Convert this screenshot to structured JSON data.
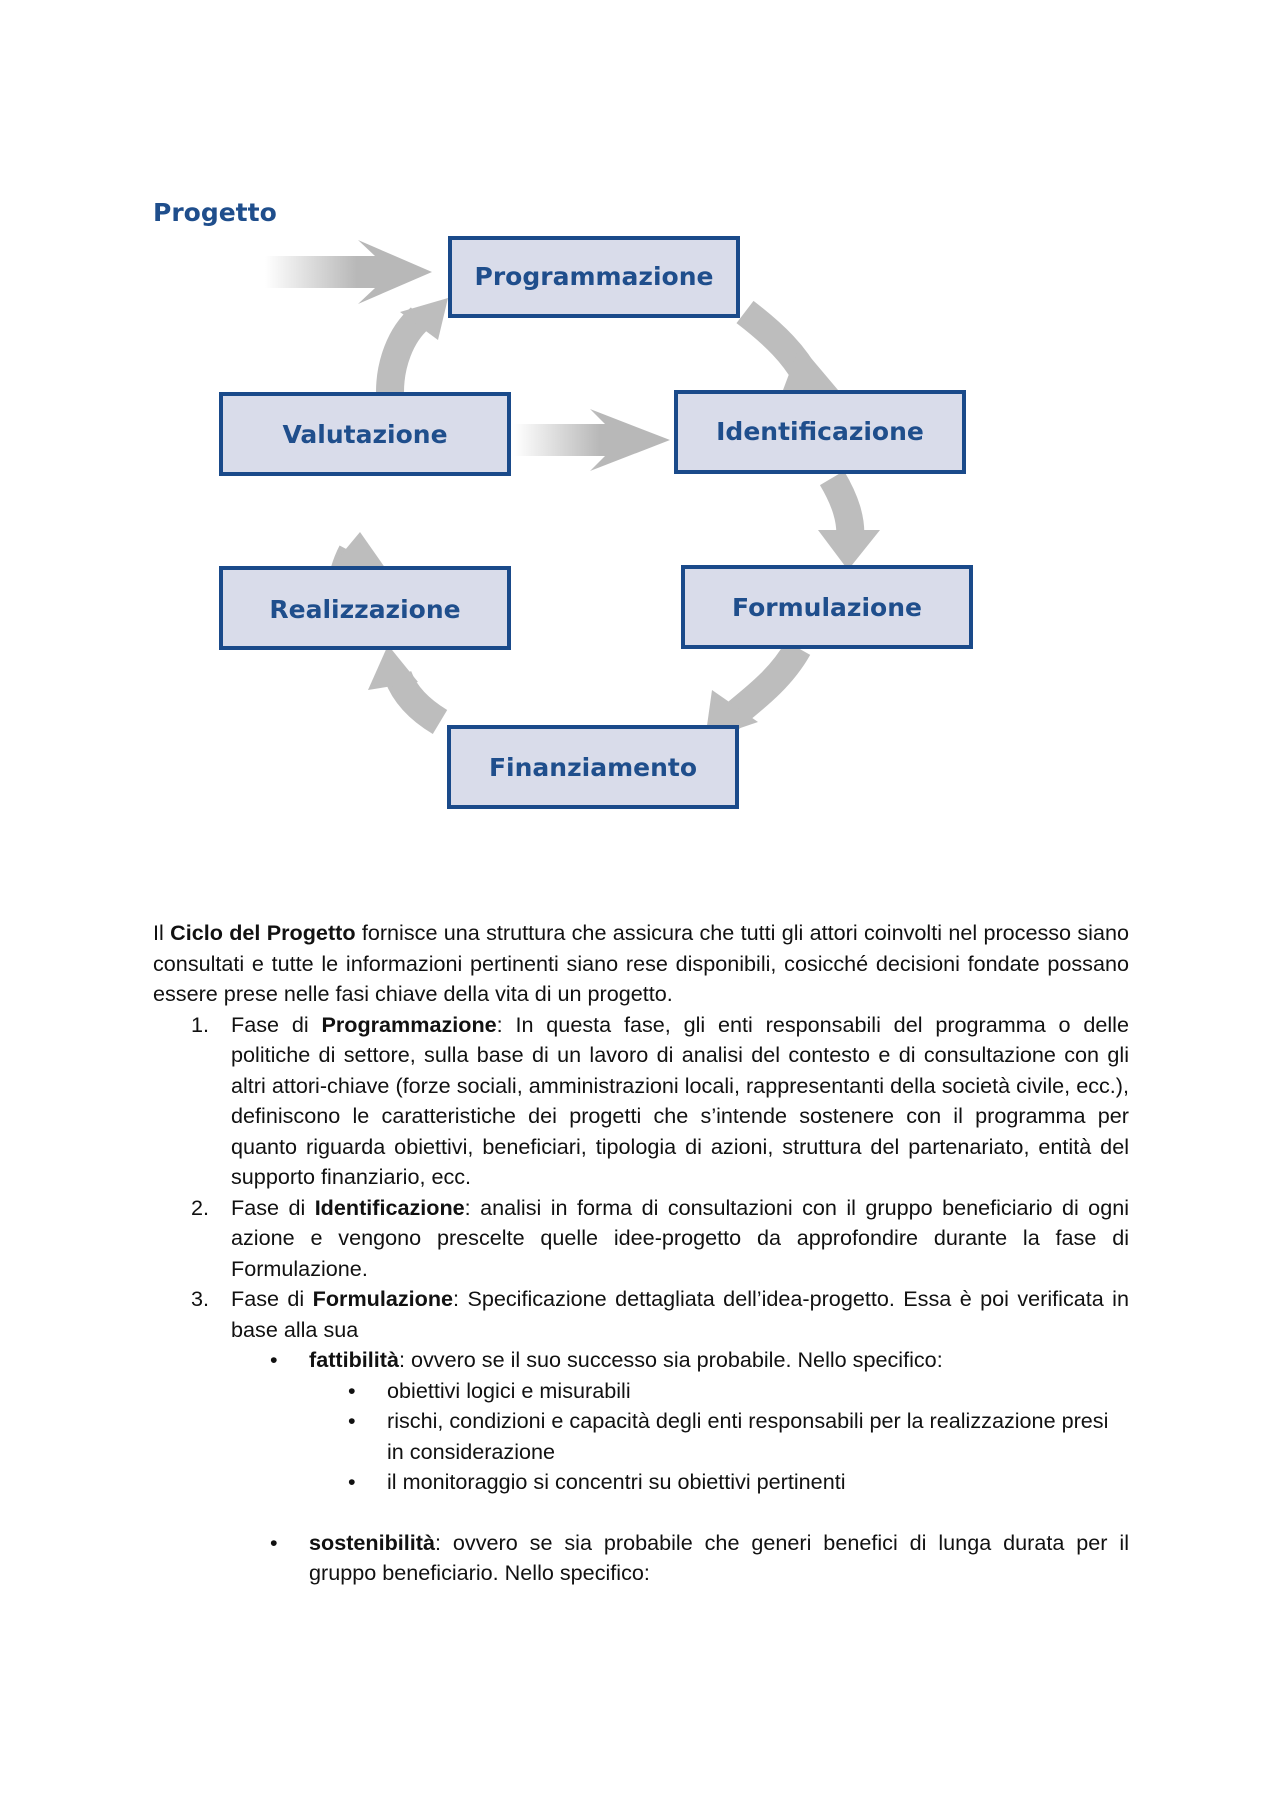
{
  "diagram": {
    "title": "Progetto",
    "boxes": {
      "programmazione": "Programmazione",
      "identificazione": "Identificazione",
      "formulazione": "Formulazione",
      "finanziamento": "Finanziamento",
      "realizzazione": "Realizzazione",
      "valutazione": "Valutazione"
    },
    "colors": {
      "box_fill": "#d9dcea",
      "box_border": "#1a4a8a",
      "label": "#1f4e8c",
      "arrow": "#b8b8b8"
    }
  },
  "intro": {
    "before": "Il ",
    "bold": "Ciclo del Progetto",
    "after": " fornisce una struttura che assicura che tutti gli attori coinvolti nel processo siano consultati e tutte le informazioni pertinenti siano rese disponibili, cosicché decisioni fondate possano essere prese nelle fasi chiave della vita di un progetto."
  },
  "items": [
    {
      "number": "1.",
      "before": "Fase di ",
      "bold": "Programmazione",
      "after": ": In questa fase, gli enti responsabili del programma o delle politiche di settore, sulla base di un lavoro di analisi del contesto e di consultazione con gli altri attori-chiave (forze sociali, amministrazioni locali, rappresentanti della società civile, ecc.), definiscono le caratteristiche dei progetti che s’intende sostenere con il programma per quanto riguarda obiettivi, beneficiari, tipologia di azioni, struttura del partenariato, entità del supporto finanziario, ecc."
    },
    {
      "number": "2.",
      "before": "Fase di ",
      "bold": "Identificazione",
      "after": ": analisi in forma di consultazioni con il gruppo beneficiario di ogni azione e vengono prescelte quelle idee-progetto da approfondire durante la fase di Formulazione."
    },
    {
      "number": "3.",
      "before": "Fase di ",
      "bold": "Formulazione",
      "after": ": Specificazione dettagliata dell’idea-progetto. Essa è poi verificata in base alla sua"
    }
  ],
  "bullets": [
    {
      "marker": "•",
      "bold": "fattibilità",
      "after": ": ovvero se il suo successo sia probabile. Nello specifico:"
    },
    {
      "marker": "•",
      "bold": "sostenibilità",
      "after": ": ovvero se sia probabile che generi benefici di lunga durata per il gruppo beneficiario. Nello specifico:"
    }
  ],
  "subbullets": [
    {
      "marker": "•",
      "text": "obiettivi logici e misurabili"
    },
    {
      "marker": "•",
      "text": "rischi, condizioni e capacità degli enti responsabili per la realizzazione presi in considerazione"
    },
    {
      "marker": "•",
      "text": "il monitoraggio si concentri su obiettivi pertinenti"
    }
  ]
}
